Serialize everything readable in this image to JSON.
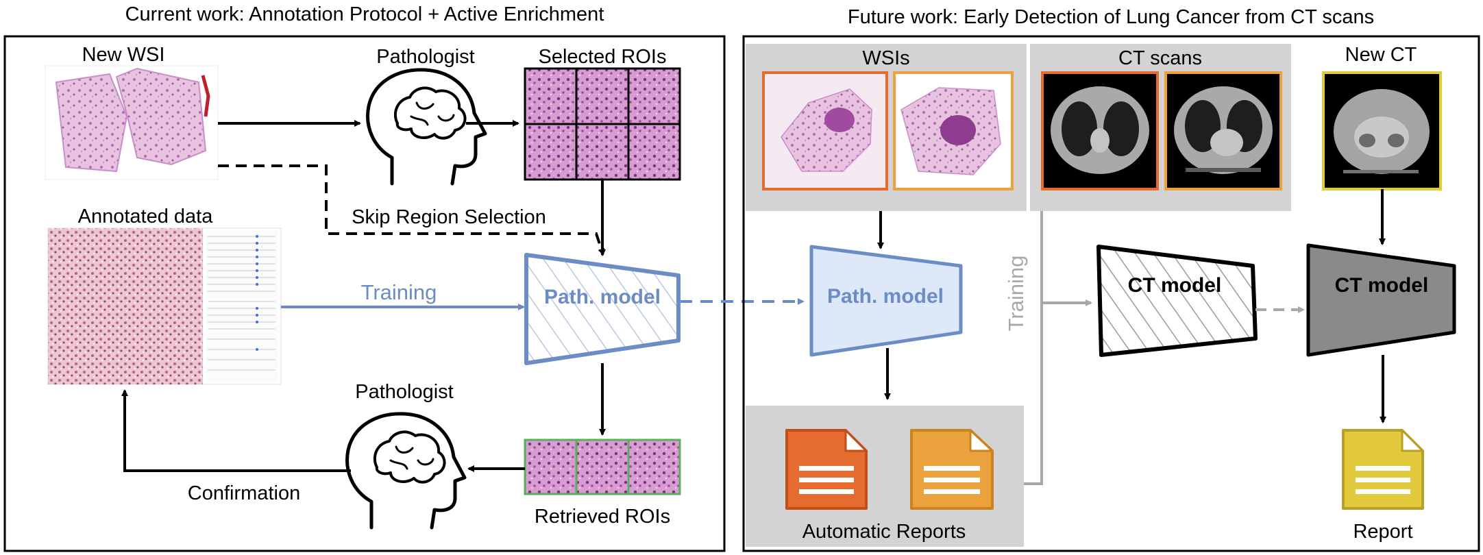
{
  "left_panel": {
    "title": "Current work: Annotation Protocol + Active Enrichment",
    "new_wsi_label": "New WSI",
    "pathologist_top_label": "Pathologist",
    "selected_rois_label": "Selected ROIs",
    "skip_label": "Skip Region Selection",
    "annotated_label": "Annotated data",
    "training_label": "Training",
    "path_model_label": "Path. model",
    "pathologist_bottom_label": "Pathologist",
    "confirmation_label": "Confirmation",
    "retrieved_rois_label": "Retrieved ROIs"
  },
  "right_panel": {
    "title": "Future work: Early Detection of Lung Cancer from CT scans",
    "wsis_label": "WSIs",
    "ct_scans_label": "CT scans",
    "new_ct_label": "New CT",
    "path_model_label": "Path. model",
    "training_label": "Training",
    "ct_model_hatched_label": "CT model",
    "ct_model_label": "CT model",
    "automatic_reports_label": "Automatic Reports",
    "report_label": "Report"
  },
  "colors": {
    "blue_model": "#6b8cc4",
    "blue_fill": "#dde8f8",
    "gray_box": "#d3d3d3",
    "gray_arrow": "#a8a8a8",
    "dark_gray_model": "#8a8a8a",
    "orange_red": "#e66b2e",
    "orange_light": "#eba23c",
    "yellow_report": "#e3c93c",
    "roi_border_green": "#58b05a",
    "tissue_pink": "#c98dc7"
  }
}
